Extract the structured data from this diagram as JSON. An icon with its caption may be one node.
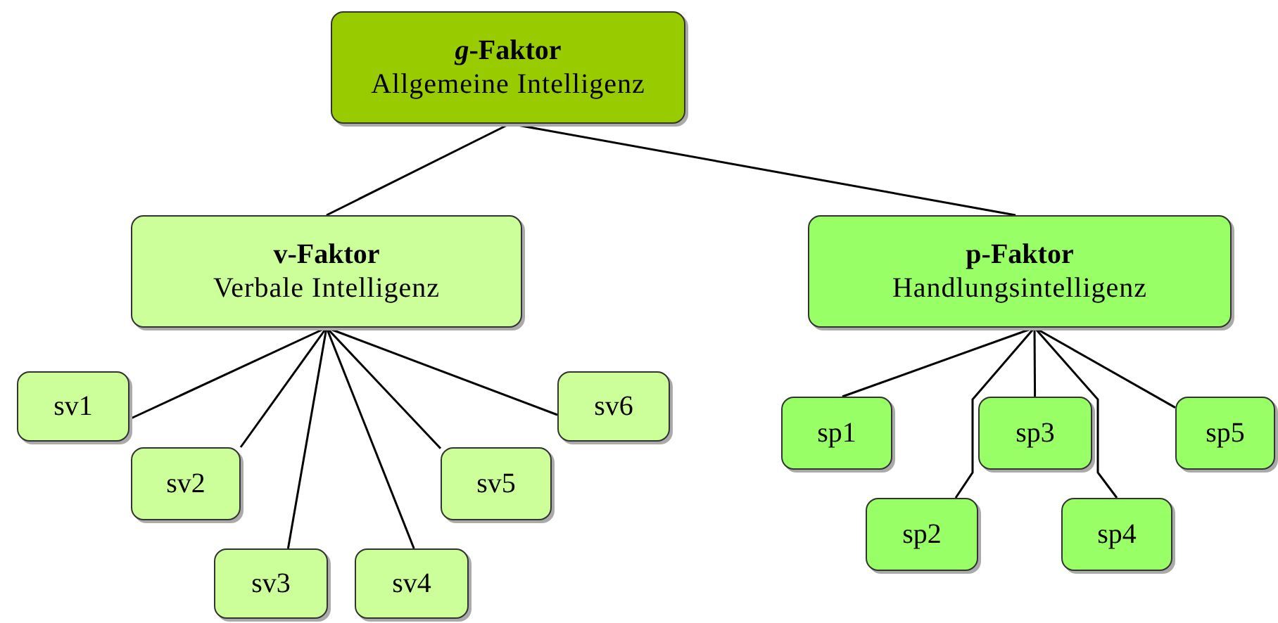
{
  "diagram": {
    "nodes": [
      {
        "text": [
          "*g*-Faktor",
          "Allgemeine Intelligenz"
        ]
      },
      {
        "text": [
          "v-Faktor",
          "Verbale Intelligenz"
        ]
      },
      {
        "text": [
          "p-Faktor",
          "Handlungsintelligenz"
        ]
      },
      {
        "text": [
          "sv1"
        ]
      },
      {
        "text": [
          "sv2"
        ]
      },
      {
        "text": [
          "sv3"
        ]
      },
      {
        "text": [
          "sv4"
        ]
      },
      {
        "text": [
          "sv5"
        ]
      },
      {
        "text": [
          "sv6"
        ]
      },
      {
        "text": [
          "sp1"
        ]
      },
      {
        "text": [
          "sp3"
        ]
      },
      {
        "text": [
          "sp5"
        ]
      },
      {
        "text": [
          "sp2"
        ]
      },
      {
        "text": [
          "sp4"
        ]
      }
    ],
    "edges": [
      {
        "from": 0,
        "to": 1,
        "arrow": "none"
      },
      {
        "from": 0,
        "to": 2,
        "arrow": "none"
      },
      {
        "from": 1,
        "to": 3,
        "arrow": "none"
      },
      {
        "from": 1,
        "to": 4,
        "arrow": "none"
      },
      {
        "from": 1,
        "to": 5,
        "arrow": "none"
      },
      {
        "from": 1,
        "to": 6,
        "arrow": "none"
      },
      {
        "from": 1,
        "to": 7,
        "arrow": "none"
      },
      {
        "from": 1,
        "to": 8,
        "arrow": "none"
      },
      {
        "from": 2,
        "to": 9,
        "arrow": "none"
      },
      {
        "from": 2,
        "to": 12,
        "arrow": "none"
      },
      {
        "from": 2,
        "to": 10,
        "arrow": "none"
      },
      {
        "from": 2,
        "to": 13,
        "arrow": "none"
      },
      {
        "from": 2,
        "to": 11,
        "arrow": "none"
      }
    ]
  }
}
